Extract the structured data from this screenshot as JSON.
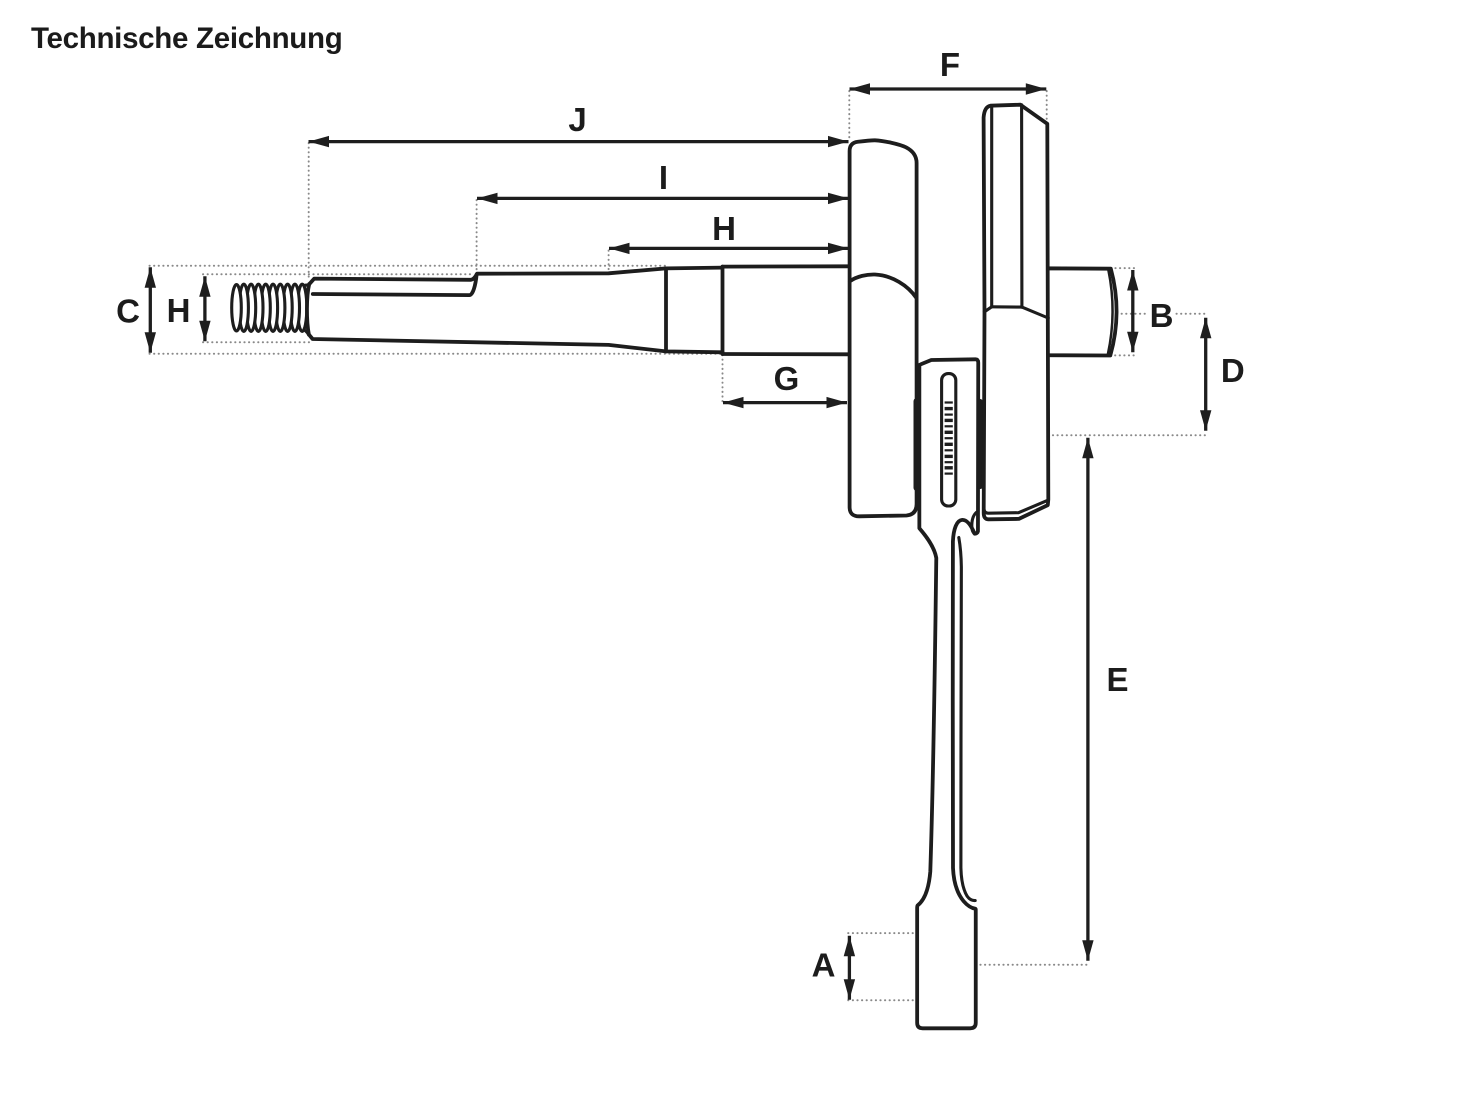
{
  "title": "Technische Zeichnung",
  "drawing": {
    "kind": "technical line drawing",
    "subject": "crankshaft with connecting rod, side view",
    "colors": {
      "ink": "#1d1d1d",
      "guide_dots": "#8f8f8f",
      "background": "#ffffff"
    }
  },
  "dimensions": {
    "A": {
      "label": "A",
      "axis": "vertical",
      "feature": "small-end height"
    },
    "B": {
      "label": "B",
      "axis": "vertical",
      "feature": "right stub shaft diameter"
    },
    "C": {
      "label": "C",
      "axis": "vertical",
      "feature": "large shaft seat diameter"
    },
    "D": {
      "label": "D",
      "axis": "vertical",
      "feature": "axis to crank-pin offset"
    },
    "E": {
      "label": "E",
      "axis": "vertical",
      "feature": "crank pin to small end length"
    },
    "F": {
      "label": "F",
      "axis": "horizontal",
      "feature": "crank web width"
    },
    "G": {
      "label": "G",
      "axis": "horizontal",
      "feature": "shaft seat length"
    },
    "H_diameter": {
      "label": "H",
      "axis": "vertical",
      "feature": "left shaft diameter"
    },
    "H_length": {
      "label": "H",
      "axis": "horizontal",
      "feature": "taper section length"
    },
    "I": {
      "label": "I",
      "axis": "horizontal",
      "feature": "length to key flat"
    },
    "J": {
      "label": "J",
      "axis": "horizontal",
      "feature": "total left shaft length"
    }
  }
}
